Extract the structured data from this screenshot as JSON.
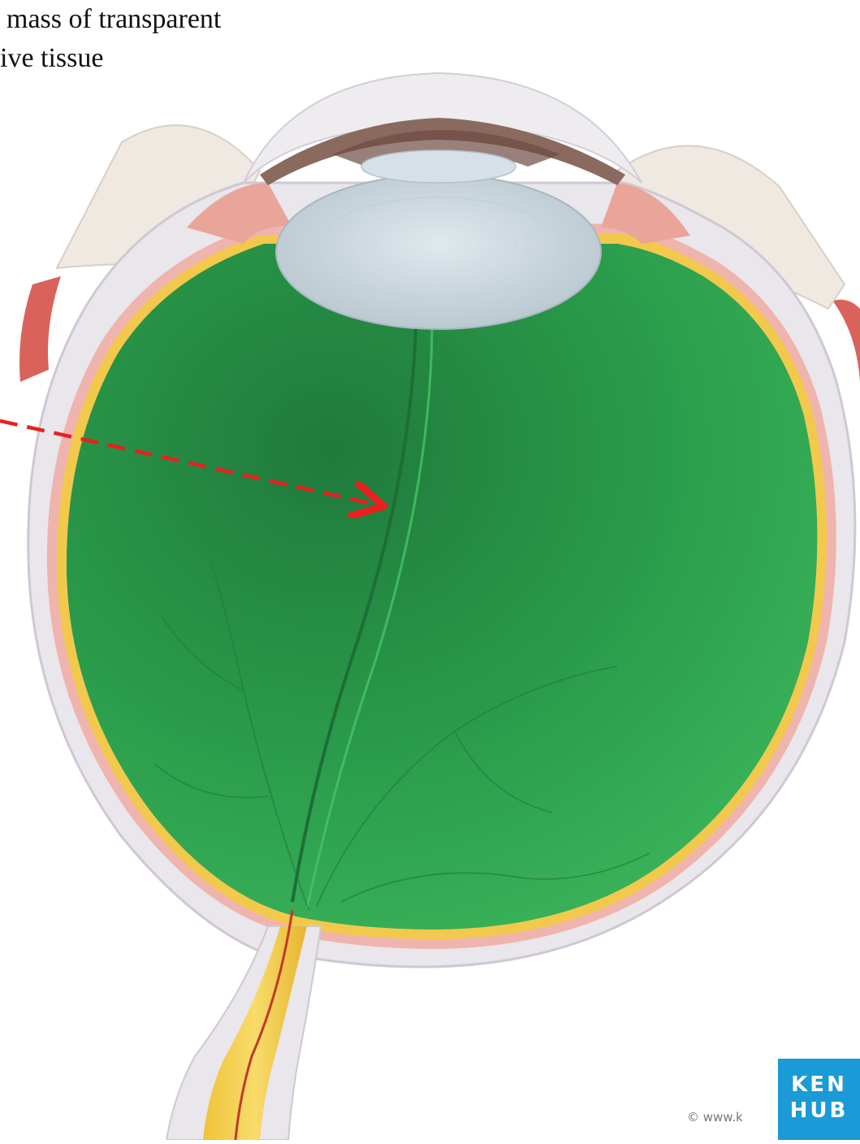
{
  "caption": {
    "line1": "mass of transparent",
    "line2": "ive tissue"
  },
  "watermark": {
    "copyright": "© www.k",
    "logo_line1": "KEN",
    "logo_line2": "HUB"
  },
  "colors": {
    "vitreous_green": "#2fa84f",
    "arrow_red": "#e8201f",
    "retina_yellow": "#f2c94c",
    "sclera": "#e9e6ec",
    "lens": "#c9d6dd",
    "logo_blue": "#1a9ad6"
  }
}
